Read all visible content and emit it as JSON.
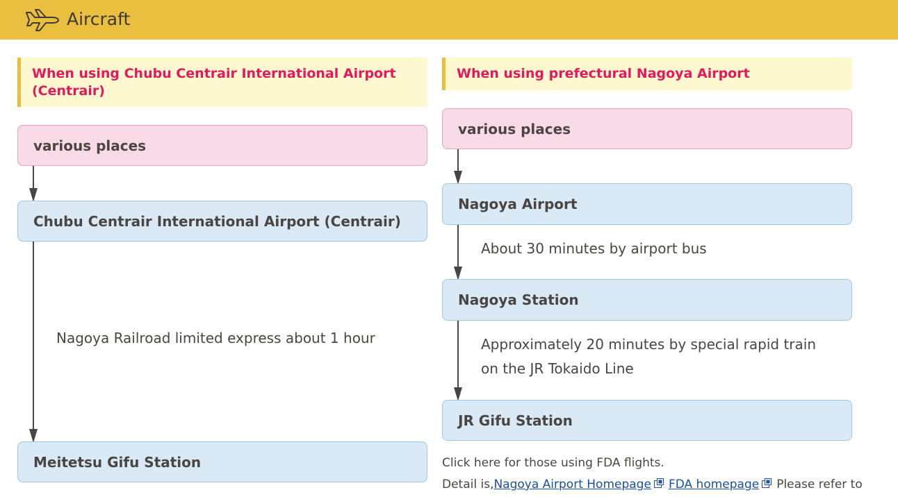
{
  "header": {
    "title": "Aircraft",
    "icon": "airplane-icon",
    "background": "#e9bf3f"
  },
  "left": {
    "title": "When using Chubu Centrair International Airport (Centrair)",
    "start": "various places",
    "airport": "Chubu Centrair International Airport (Centrair)",
    "route_note": "Nagoya Railroad limited express about 1 hour",
    "destination": "Meitetsu Gifu Station"
  },
  "right": {
    "title": "When using prefectural Nagoya Airport",
    "start": "various places",
    "airport": "Nagoya Airport",
    "note_1": "About 30 minutes by airport bus",
    "station": "Nagoya Station",
    "note_2": "Approximately 20 minutes by special rapid train on the JR Tokaido Line",
    "destination": "JR Gifu Station"
  },
  "footer": {
    "line_1": "Click here for those using FDA flights.",
    "detail_prefix": "Detail is,",
    "link_1": "Nagoya Airport Homepage",
    "link_2": "FDA homepage",
    "suffix": "Please refer to"
  },
  "colors": {
    "accent": "#e9bf3f",
    "title_text": "#e5185b",
    "title_bg": "#fdf8cf",
    "start_box": "#f8dbe6",
    "station_box": "#d9eaf6",
    "link": "#1b4fa0"
  }
}
